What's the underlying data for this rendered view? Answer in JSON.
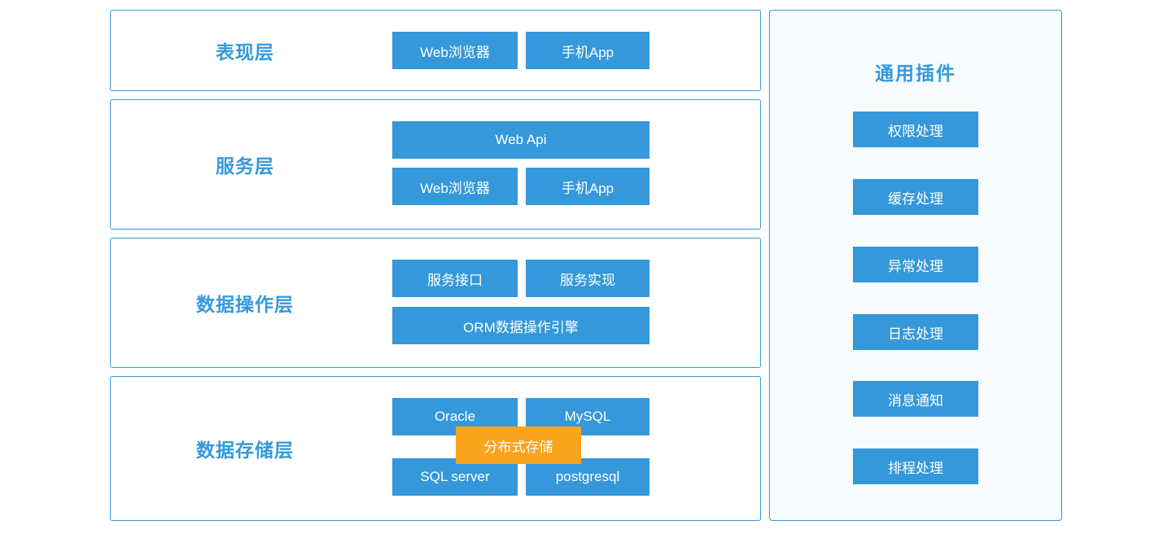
{
  "colors": {
    "primary_blue": "#3498db",
    "accent_orange": "#f9a41c",
    "plugins_panel_bg": "#f6fbfe",
    "block_text": "#ffffff",
    "title_text": "#3499dc"
  },
  "layers": [
    {
      "title": "表现层",
      "buttons": [
        "Web浏览器",
        "手机App"
      ]
    },
    {
      "title": "服务层",
      "buttons": [
        "Web Api",
        "Web浏览器",
        "手机App"
      ]
    },
    {
      "title": "数据操作层",
      "buttons": [
        "服务接口",
        "服务实现",
        "ORM数据操作引擎"
      ]
    },
    {
      "title": "数据存储层",
      "buttons": [
        "Oracle",
        "MySQL",
        "SQL server",
        "postgresql"
      ],
      "overlay": "分布式存储"
    }
  ],
  "plugins": {
    "title": "通用插件",
    "items": [
      "权限处理",
      "缓存处理",
      "异常处理",
      "日志处理",
      "消息通知",
      "排程处理"
    ]
  }
}
